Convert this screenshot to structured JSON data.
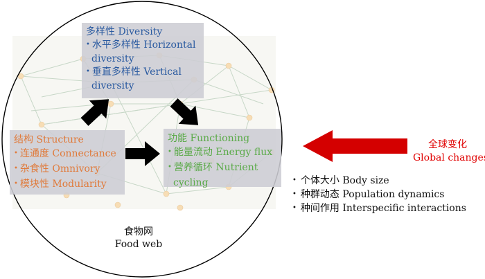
{
  "diversity": {
    "title": "多样性 Diversity",
    "items": [
      "水平多样性 Horizontal",
      "diversity",
      "垂直多样性 Vertical",
      "diversity"
    ]
  },
  "structure": {
    "title": "结构 Structure",
    "items": [
      "连通度 Connectance",
      "杂食性 Omnivory",
      "模块性 Modularity"
    ]
  },
  "functioning": {
    "title": "功能 Functioning",
    "items": [
      "能量流动 Energy flux",
      "营养循环 Nutrient",
      "cycling"
    ]
  },
  "food_web": {
    "zh": "食物网",
    "en": "Food web"
  },
  "global_changes": {
    "zh": "全球变化",
    "en": "Global changes"
  },
  "drivers": [
    "个体大小 Body size",
    "种群动态 Population dynamics",
    "种间作用 Interspecific interactions"
  ],
  "colors": {
    "diversity": "#2a5aa0",
    "structure": "#e07a3a",
    "functioning": "#5aaa48",
    "global": "#e00000",
    "arrow_black": "#000000",
    "arrow_red": "#d40000",
    "box_fill": "#cdcdd4"
  }
}
